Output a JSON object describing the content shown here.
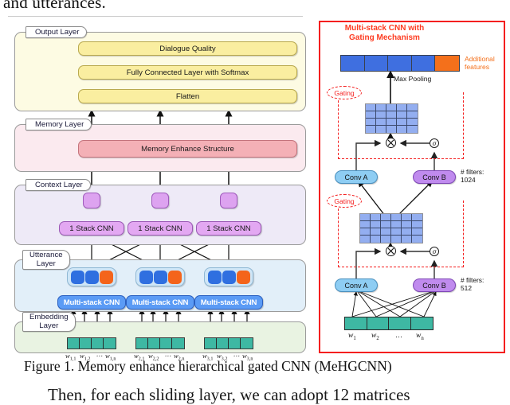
{
  "document": {
    "text_above": "and utterances.",
    "caption": "Figure 1. Memory enhance hierarchical gated CNN (MeHGCNN)",
    "text_below_partial": "Then, for each sliding layer, we can adopt 12 matrices"
  },
  "figure": {
    "left_panel": {
      "layers": [
        {
          "tab": "Output Layer",
          "blocks": [
            "Dialogue Quality",
            "Fully Connected Layer with Softmax",
            "Flatten"
          ]
        },
        {
          "tab": "Memory Layer",
          "blocks": [
            "Memory Enhance Structure"
          ]
        },
        {
          "tab": "Context Layer",
          "blocks": [
            "1 Stack CNN",
            "1 Stack CNN",
            "1 Stack CNN"
          ]
        },
        {
          "tab_line1": "Utterance",
          "tab_line2": "Layer",
          "blocks": [
            "Multi-stack CNN",
            "Multi-stack CNN",
            "Multi-stack CNN"
          ]
        },
        {
          "tab_line1": "Embedding",
          "tab_line2": "Layer",
          "word_groups": [
            [
              "w",
              "1,1",
              "w",
              "1,2",
              "⋯",
              "w",
              "1,n"
            ],
            [
              "w",
              "2,1",
              "w",
              "2,2",
              "⋯",
              "w",
              "2,n"
            ],
            [
              "w",
              "3,1",
              "w",
              "3,2",
              "⋯",
              "w",
              "3,n"
            ]
          ]
        }
      ],
      "word_labels": [
        [
          {
            "base": "w",
            "sub": "1,1"
          },
          {
            "base": "w",
            "sub": "1,2"
          },
          {
            "base": "⋯",
            "sub": ""
          },
          {
            "base": "w",
            "sub": "1,n"
          }
        ],
        [
          {
            "base": "w",
            "sub": "2,1"
          },
          {
            "base": "w",
            "sub": "2,2"
          },
          {
            "base": "⋯",
            "sub": ""
          },
          {
            "base": "w",
            "sub": "2,n"
          }
        ],
        [
          {
            "base": "w",
            "sub": "3,1"
          },
          {
            "base": "w",
            "sub": "3,2"
          },
          {
            "base": "⋯",
            "sub": ""
          },
          {
            "base": "w",
            "sub": "3,n"
          }
        ]
      ]
    },
    "right_panel": {
      "title_line1": "Multi-stack CNN with",
      "title_line2": "Gating Mechanism",
      "additional_features_line1": "Additional",
      "additional_features_line2": "features",
      "max_pooling_label": "Max Pooling",
      "gating_label_top": "Gating",
      "gating_label_bottom": "Gating",
      "conv_a_top": "Conv A",
      "conv_b_top": "Conv B",
      "conv_a_bottom": "Conv A",
      "conv_b_bottom": "Conv B",
      "filters_top_line1": "# filters:",
      "filters_top_line2": "1024",
      "filters_bottom_line1": "# filters:",
      "filters_bottom_line2": "512",
      "sigma_top": "σ",
      "sigma_bottom": "σ",
      "multiply_top": "⊗",
      "multiply_bottom": "⊗",
      "word_labels": [
        {
          "base": "w",
          "sub": "1"
        },
        {
          "base": "w",
          "sub": "2"
        },
        {
          "base": "⋯",
          "sub": ""
        },
        {
          "base": "w",
          "sub": "n"
        }
      ],
      "pooling_cells": 5,
      "pooling_orange_index": 4,
      "feature_map_top": {
        "cols": 5,
        "rows": 4
      },
      "feature_map_bottom": {
        "cols": 6,
        "rows": 4
      }
    }
  },
  "colors": {
    "output_layer": "#fdfbe3",
    "memory_layer": "#fbeaef",
    "context_layer": "#eeeaf7",
    "utterance_layer": "#e2eff9",
    "embedding_layer": "#e9f3e2",
    "accent_red": "#f41f1f",
    "orange": "#f4701b",
    "blue_node": "#2f6fe0",
    "teal": "#3eb8a3",
    "purple": "#c08bee"
  }
}
